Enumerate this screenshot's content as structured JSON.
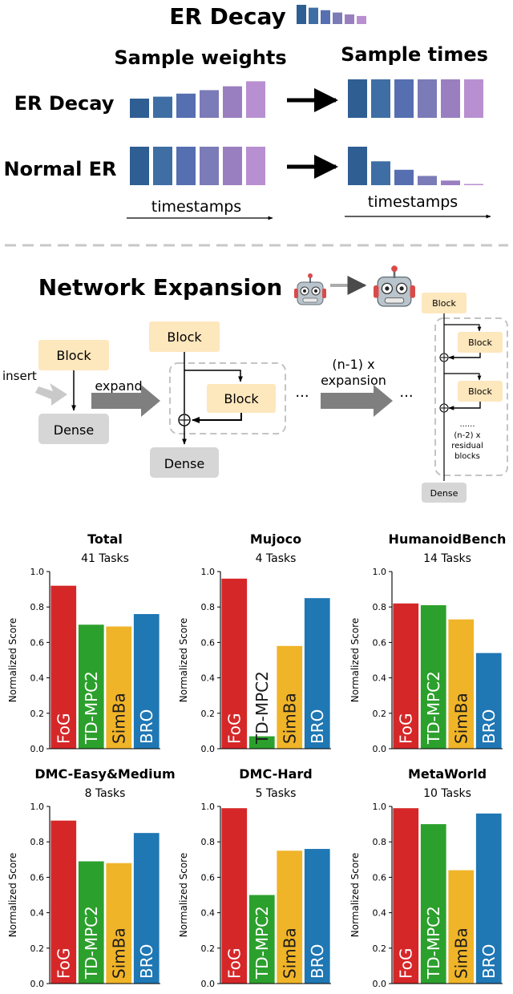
{
  "er_section": {
    "title": "ER Decay",
    "col_weights": "Sample weights",
    "col_times": "Sample times",
    "row_decay": "ER Decay",
    "row_normal": "Normal ER",
    "axis_label_left": "timestamps",
    "axis_label_right": "timestamps",
    "bar_colors": [
      "#2f5e93",
      "#3f6ea4",
      "#556fb0",
      "#7b7bb8",
      "#9a7fc0",
      "#b88fd0"
    ],
    "title_icon_levels": [
      1.0,
      0.85,
      0.72,
      0.6,
      0.5,
      0.42
    ],
    "decay_weight_levels": [
      0.5,
      0.55,
      0.63,
      0.72,
      0.82,
      0.95
    ],
    "decay_time_levels": [
      1,
      1,
      1,
      1,
      1,
      1
    ],
    "normal_weight_levels": [
      1,
      1,
      1,
      1,
      1,
      1
    ],
    "normal_time_levels": [
      1.0,
      0.62,
      0.4,
      0.24,
      0.12,
      0.03
    ]
  },
  "network_section": {
    "title": "Network Expansion",
    "small_robot_icon": "robot-face-icon",
    "big_robot_icon": "robot-face-icon",
    "insert_label": "insert",
    "expand_label": "expand",
    "block_label": "Block",
    "dense_label": "Dense",
    "expansion_label_line1": "(n-1) x",
    "expansion_label_line2": "expansion",
    "ellipsis": "···",
    "final_block_label": "Block",
    "final_dense_label": "Dense",
    "final_dots": "......",
    "final_residual_line1": "(n-2) x",
    "final_residual_line2": "residual",
    "final_residual_line3": "blocks",
    "block_color": "#fde7bd",
    "dense_color": "#d6d6d6"
  },
  "chart_data": [
    {
      "type": "bar",
      "title": "Total",
      "subtitle": "41 Tasks",
      "ylabel": "Normalized Score",
      "ylim": [
        0,
        1.0
      ],
      "yticks": [
        "0.0",
        "0.2",
        "0.4",
        "0.6",
        "0.8",
        "1.0"
      ],
      "categories": [
        "FoG",
        "TD-MPC2",
        "SimBa",
        "BRO"
      ],
      "values": [
        0.92,
        0.7,
        0.69,
        0.76
      ]
    },
    {
      "type": "bar",
      "title": "Mujoco",
      "subtitle": "4 Tasks",
      "ylabel": "Normalized Score",
      "ylim": [
        0,
        1.0
      ],
      "yticks": [
        "0.0",
        "0.2",
        "0.4",
        "0.6",
        "0.8",
        "1.0"
      ],
      "categories": [
        "FoG",
        "TD-MPC2",
        "SimBa",
        "BRO"
      ],
      "values": [
        0.96,
        0.07,
        0.58,
        0.85
      ]
    },
    {
      "type": "bar",
      "title": "HumanoidBench",
      "subtitle": "14 Tasks",
      "ylabel": "Normalized Score",
      "ylim": [
        0,
        1.0
      ],
      "yticks": [
        "0.0",
        "0.2",
        "0.4",
        "0.6",
        "0.8",
        "1.0"
      ],
      "categories": [
        "FoG",
        "TD-MPC2",
        "SimBa",
        "BRO"
      ],
      "values": [
        0.82,
        0.81,
        0.73,
        0.54
      ]
    },
    {
      "type": "bar",
      "title": "DMC-Easy&Medium",
      "subtitle": "8 Tasks",
      "ylabel": "Normalized Score",
      "ylim": [
        0,
        1.0
      ],
      "yticks": [
        "0.0",
        "0.2",
        "0.4",
        "0.6",
        "0.8",
        "1.0"
      ],
      "categories": [
        "FoG",
        "TD-MPC2",
        "SimBa",
        "BRO"
      ],
      "values": [
        0.92,
        0.69,
        0.68,
        0.85
      ]
    },
    {
      "type": "bar",
      "title": "DMC-Hard",
      "subtitle": "5 Tasks",
      "ylabel": "Normalized Score",
      "ylim": [
        0,
        1.0
      ],
      "yticks": [
        "0.0",
        "0.2",
        "0.4",
        "0.6",
        "0.8",
        "1.0"
      ],
      "categories": [
        "FoG",
        "TD-MPC2",
        "SimBa",
        "BRO"
      ],
      "values": [
        0.99,
        0.5,
        0.75,
        0.76
      ]
    },
    {
      "type": "bar",
      "title": "MetaWorld",
      "subtitle": "10 Tasks",
      "ylabel": "Normalized Score",
      "ylim": [
        0,
        1.0
      ],
      "yticks": [
        "0.0",
        "0.2",
        "0.4",
        "0.6",
        "0.8",
        "1.0"
      ],
      "categories": [
        "FoG",
        "TD-MPC2",
        "SimBa",
        "BRO"
      ],
      "values": [
        0.99,
        0.9,
        0.64,
        0.96
      ]
    }
  ],
  "category_colors": [
    "#d62728",
    "#2ca02c",
    "#f0b429",
    "#1f77b4"
  ]
}
